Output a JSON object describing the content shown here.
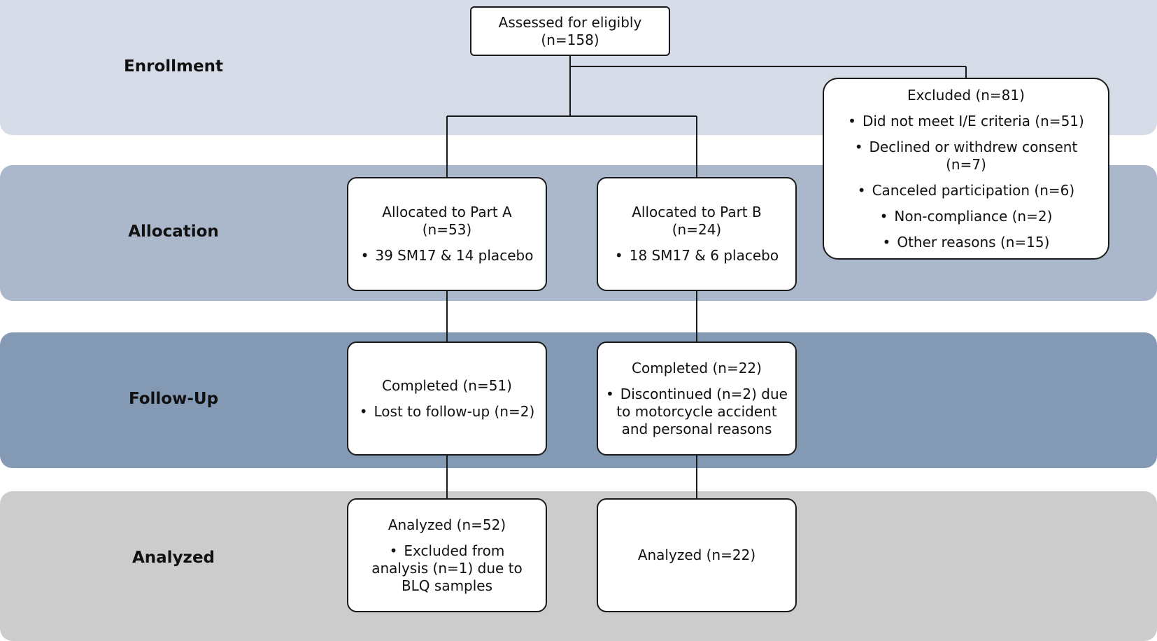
{
  "stages": {
    "enrollment": "Enrollment",
    "allocation": "Allocation",
    "follow_up": "Follow-Up",
    "analyzed": "Analyzed"
  },
  "assessed": {
    "line1": "Assessed for eligibly",
    "line2": "(n=158)"
  },
  "excluded": {
    "title": "Excluded (n=81)",
    "items": [
      "Did not meet I/E criteria (n=51)",
      "Declined or withdrew consent (n=7)",
      "Canceled participation (n=6)",
      "Non-compliance (n=2)",
      "Other reasons (n=15)"
    ]
  },
  "part_a": {
    "allocation": {
      "title": "Allocated to Part A (n=53)",
      "bullet": "39 SM17 & 14 placebo"
    },
    "follow_up": {
      "title": "Completed (n=51)",
      "bullet": "Lost to follow-up (n=2)"
    },
    "analyzed": {
      "title": "Analyzed (n=52)",
      "bullet": "Excluded from analysis (n=1) due to BLQ samples"
    }
  },
  "part_b": {
    "allocation": {
      "title": "Allocated to Part B (n=24)",
      "bullet": "18 SM17 & 6 placebo"
    },
    "follow_up": {
      "title": "Completed (n=22)",
      "bullet": "Discontinued (n=2) due to motorcycle accident and personal reasons"
    },
    "analyzed": {
      "title": "Analyzed (n=22)"
    }
  },
  "colors": {
    "enrollment_band": "#d5dce7",
    "allocation_band": "#abb7ca",
    "follow_up_band": "#8499b4",
    "analyzed_band": "#cccccc"
  }
}
